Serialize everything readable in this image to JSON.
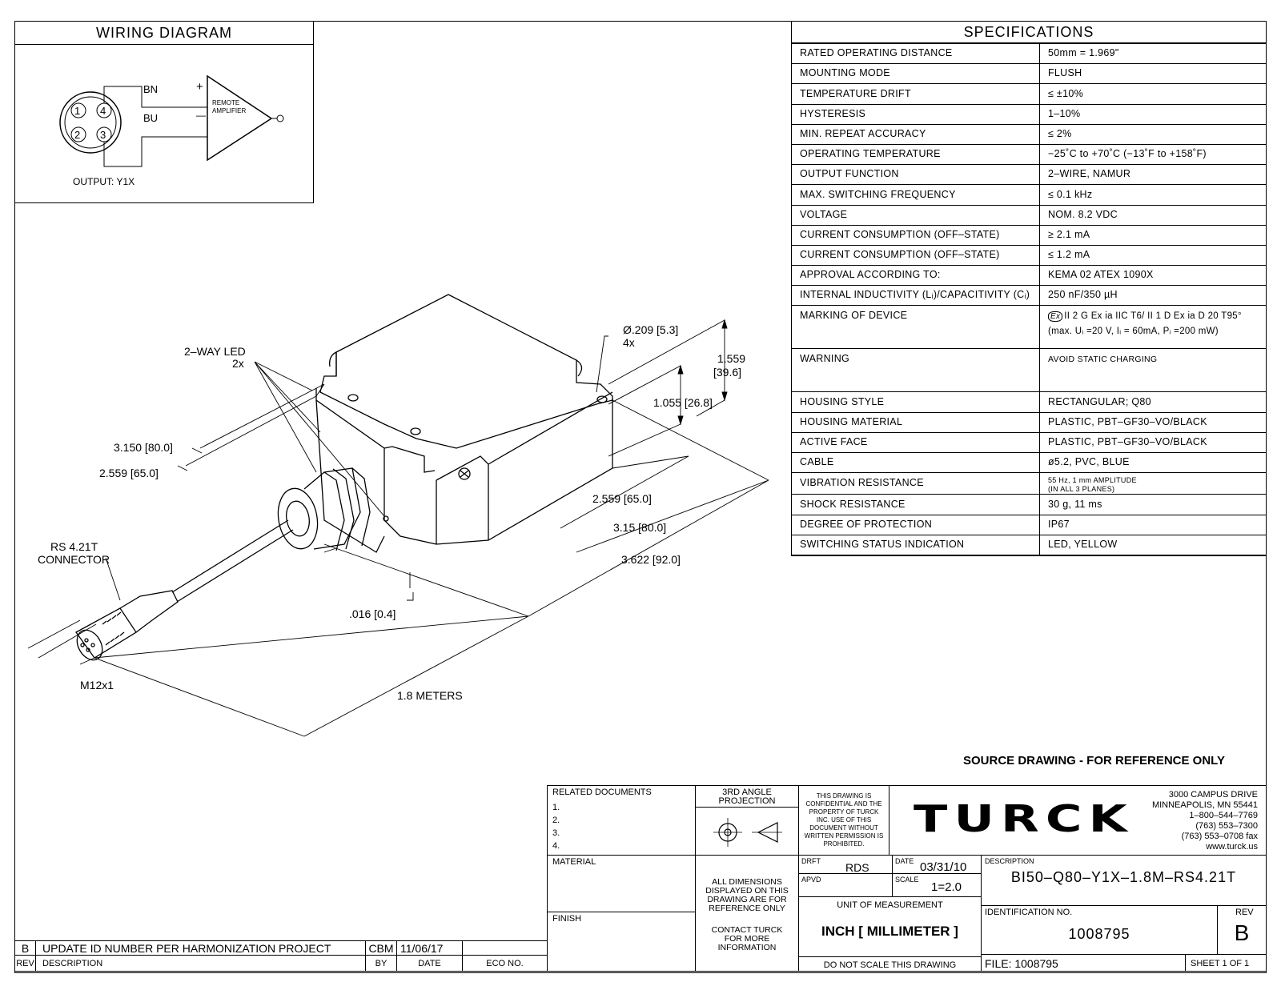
{
  "wiring": {
    "title": "WIRING DIAGRAM",
    "pins": [
      "1",
      "4",
      "2",
      "3"
    ],
    "wire_top": "BN",
    "wire_bottom": "BU",
    "plus": "+",
    "minus": "—",
    "amp_line1": "REMOTE",
    "amp_line2": "AMPLIFIER",
    "output": "OUTPUT:  Y1X"
  },
  "specs": {
    "title": "SPECIFICATIONS",
    "rows": [
      {
        "k": "RATED  OPERATING  DISTANCE",
        "v": "50mm  =  1.969\""
      },
      {
        "k": "MOUNTING  MODE",
        "v": "FLUSH"
      },
      {
        "k": "TEMPERATURE  DRIFT",
        "v": "≤ ±10%"
      },
      {
        "k": "HYSTERESIS",
        "v": "1–10%"
      },
      {
        "k": "MIN.  REPEAT  ACCURACY",
        "v": "≤  2%"
      },
      {
        "k": "OPERATING  TEMPERATURE",
        "v": "−25˚C  to  +70˚C  (−13˚F  to  +158˚F)"
      },
      {
        "k": "OUTPUT  FUNCTION",
        "v": "2–WIRE,  NAMUR"
      },
      {
        "k": "MAX.  SWITCHING  FREQUENCY",
        "v": "≤ 0.1  kHz"
      },
      {
        "k": "VOLTAGE",
        "v": "NOM.  8.2  VDC"
      },
      {
        "k": "CURRENT  CONSUMPTION  (OFF–STATE)",
        "v": "≥ 2.1  mA"
      },
      {
        "k": "CURRENT  CONSUMPTION  (OFF–STATE)",
        "v": "≤ 1.2  mA"
      },
      {
        "k": "APPROVAL  ACCORDING  TO:",
        "v": "KEMA  02  ATEX  1090X"
      },
      {
        "k": "INTERNAL  INDUCTIVITY  (Lᵢ)/CAPACITIVITY  (Cᵢ)",
        "v": "250  nF/350  µH"
      },
      {
        "k": "MARKING  OF  DEVICE",
        "v": "II 2 G Ex ia IIC T6/ II 1 D Ex ia D 20 T95°",
        "v2": "(max.  Uᵢ  =20  V,  Iᵢ =  60mA,  Pᵢ =200  mW)",
        "ex": "Ex",
        "tall": true
      },
      {
        "k": "WARNING",
        "v": "AVOID  STATIC  CHARGING",
        "tall": true,
        "small": true
      },
      {
        "k": "HOUSING  STYLE",
        "v": "RECTANGULAR;  Q80"
      },
      {
        "k": "HOUSING  MATERIAL",
        "v": "PLASTIC,  PBT–GF30–VO/BLACK"
      },
      {
        "k": "ACTIVE  FACE",
        "v": "PLASTIC,  PBT–GF30–VO/BLACK"
      },
      {
        "k": "CABLE",
        "v": "ø5.2,  PVC,  BLUE"
      },
      {
        "k": "VIBRATION  RESISTANCE",
        "v": "55  Hz,  1  mm  AMPLITUDE",
        "v2": "(IN  ALL  3  PLANES)",
        "small": true
      },
      {
        "k": "SHOCK  RESISTANCE",
        "v": "30  g,  11  ms"
      },
      {
        "k": "DEGREE  OF  PROTECTION",
        "v": "IP67"
      },
      {
        "k": "SWITCHING  STATUS  INDICATION",
        "v": "LED,  YELLOW"
      }
    ]
  },
  "drawing": {
    "led_label": "2–WAY  LED",
    "led_count": "2x",
    "hole_dia": "Ø.209  [5.3]",
    "hole_count": "4x",
    "dim_height_total": "1.559",
    "dim_height_total_mm": "[39.6]",
    "dim_height_body": "1.055  [26.8]",
    "dim_left_3150": "3.150  [80.0]",
    "dim_left_2559": "2.559  [65.0]",
    "dim_2559": "2.559  [65.0]",
    "dim_315": "3.15  [80.0]",
    "dim_3622": "3.622  [92.0]",
    "dim_016": ".016  [0.4]",
    "connector_l1": "RS  4.21T",
    "connector_l2": "CONNECTOR",
    "thread": "M12x1",
    "cable_len": "1.8  METERS",
    "reference": "SOURCE  DRAWING  -  FOR  REFERENCE  ONLY"
  },
  "title_block": {
    "related_docs": "RELATED  DOCUMENTS",
    "related_items": [
      "1.",
      "2.",
      "3.",
      "4."
    ],
    "projection": "3RD  ANGLE",
    "projection2": "PROJECTION",
    "confidential": [
      "THIS  DRAWING  IS",
      "CONFIDENTIAL  AND  THE",
      "PROPERTY  OF  TURCK",
      "INC.  USE  OF  THIS",
      "DOCUMENT  WITHOUT",
      "WRITTEN  PERMISSION  IS",
      "PROHIBITED."
    ],
    "company": "TURCK",
    "address": [
      "3000  CAMPUS  DRIVE",
      "MINNEAPOLIS,  MN  55441",
      "1–800–544–7769",
      "(763)  553–7300",
      "(763)  553–0708  fax",
      "www.turck.us"
    ],
    "material": "MATERIAL",
    "finish": "FINISH",
    "all_dims": [
      "ALL  DIMENSIONS",
      "DISPLAYED  ON  THIS",
      "DRAWING  ARE  FOR",
      "REFERENCE  ONLY"
    ],
    "contact": [
      "CONTACT  TURCK",
      "FOR  MORE",
      "INFORMATION"
    ],
    "drft_label": "DRFT",
    "drft": "RDS",
    "date_label": "DATE",
    "date": "03/31/10",
    "apvd_label": "APVD",
    "scale_label": "SCALE",
    "scale": "1=2.0",
    "unit_label": "UNIT  OF  MEASUREMENT",
    "unit": "INCH [ MILLIMETER ]",
    "no_scale": "DO  NOT  SCALE  THIS  DRAWING",
    "desc_label": "DESCRIPTION",
    "description": "BI50–Q80–Y1X–1.8M–RS4.21T",
    "id_label": "IDENTIFICATION  NO.",
    "id": "1008795",
    "rev_label": "REV",
    "rev": "B",
    "file": "FILE:  1008795",
    "sheet": "SHEET  1  OF  1"
  },
  "revision": {
    "rev": "B",
    "description": "UPDATE  ID  NUMBER  PER  HARMONIZATION  PROJECT",
    "by": "CBM",
    "date": "11/06/17",
    "h_rev": "REV",
    "h_desc": "DESCRIPTION",
    "h_by": "BY",
    "h_date": "DATE",
    "h_eco": "ECO  NO."
  }
}
